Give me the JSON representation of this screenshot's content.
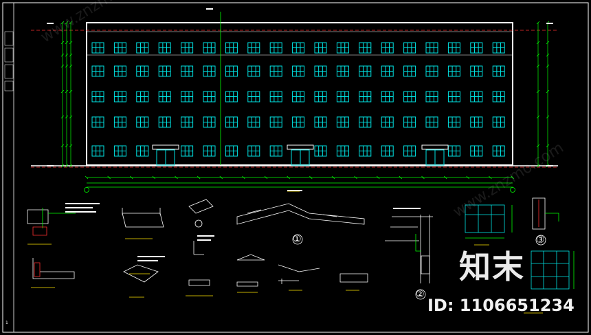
{
  "drawing": {
    "watermark_brand": "知末",
    "watermark_id": "ID: 1106651234",
    "watermark_site": "www.znzmo.com",
    "page_number": "1",
    "detail_markers": [
      "①",
      "②",
      "③"
    ],
    "colors": {
      "background": "#000000",
      "frame": "#ffffff",
      "windows": "#00e5e5",
      "dimensions": "#00ff00",
      "roof_line": "#ff3030",
      "labels": "#ffe600"
    }
  }
}
